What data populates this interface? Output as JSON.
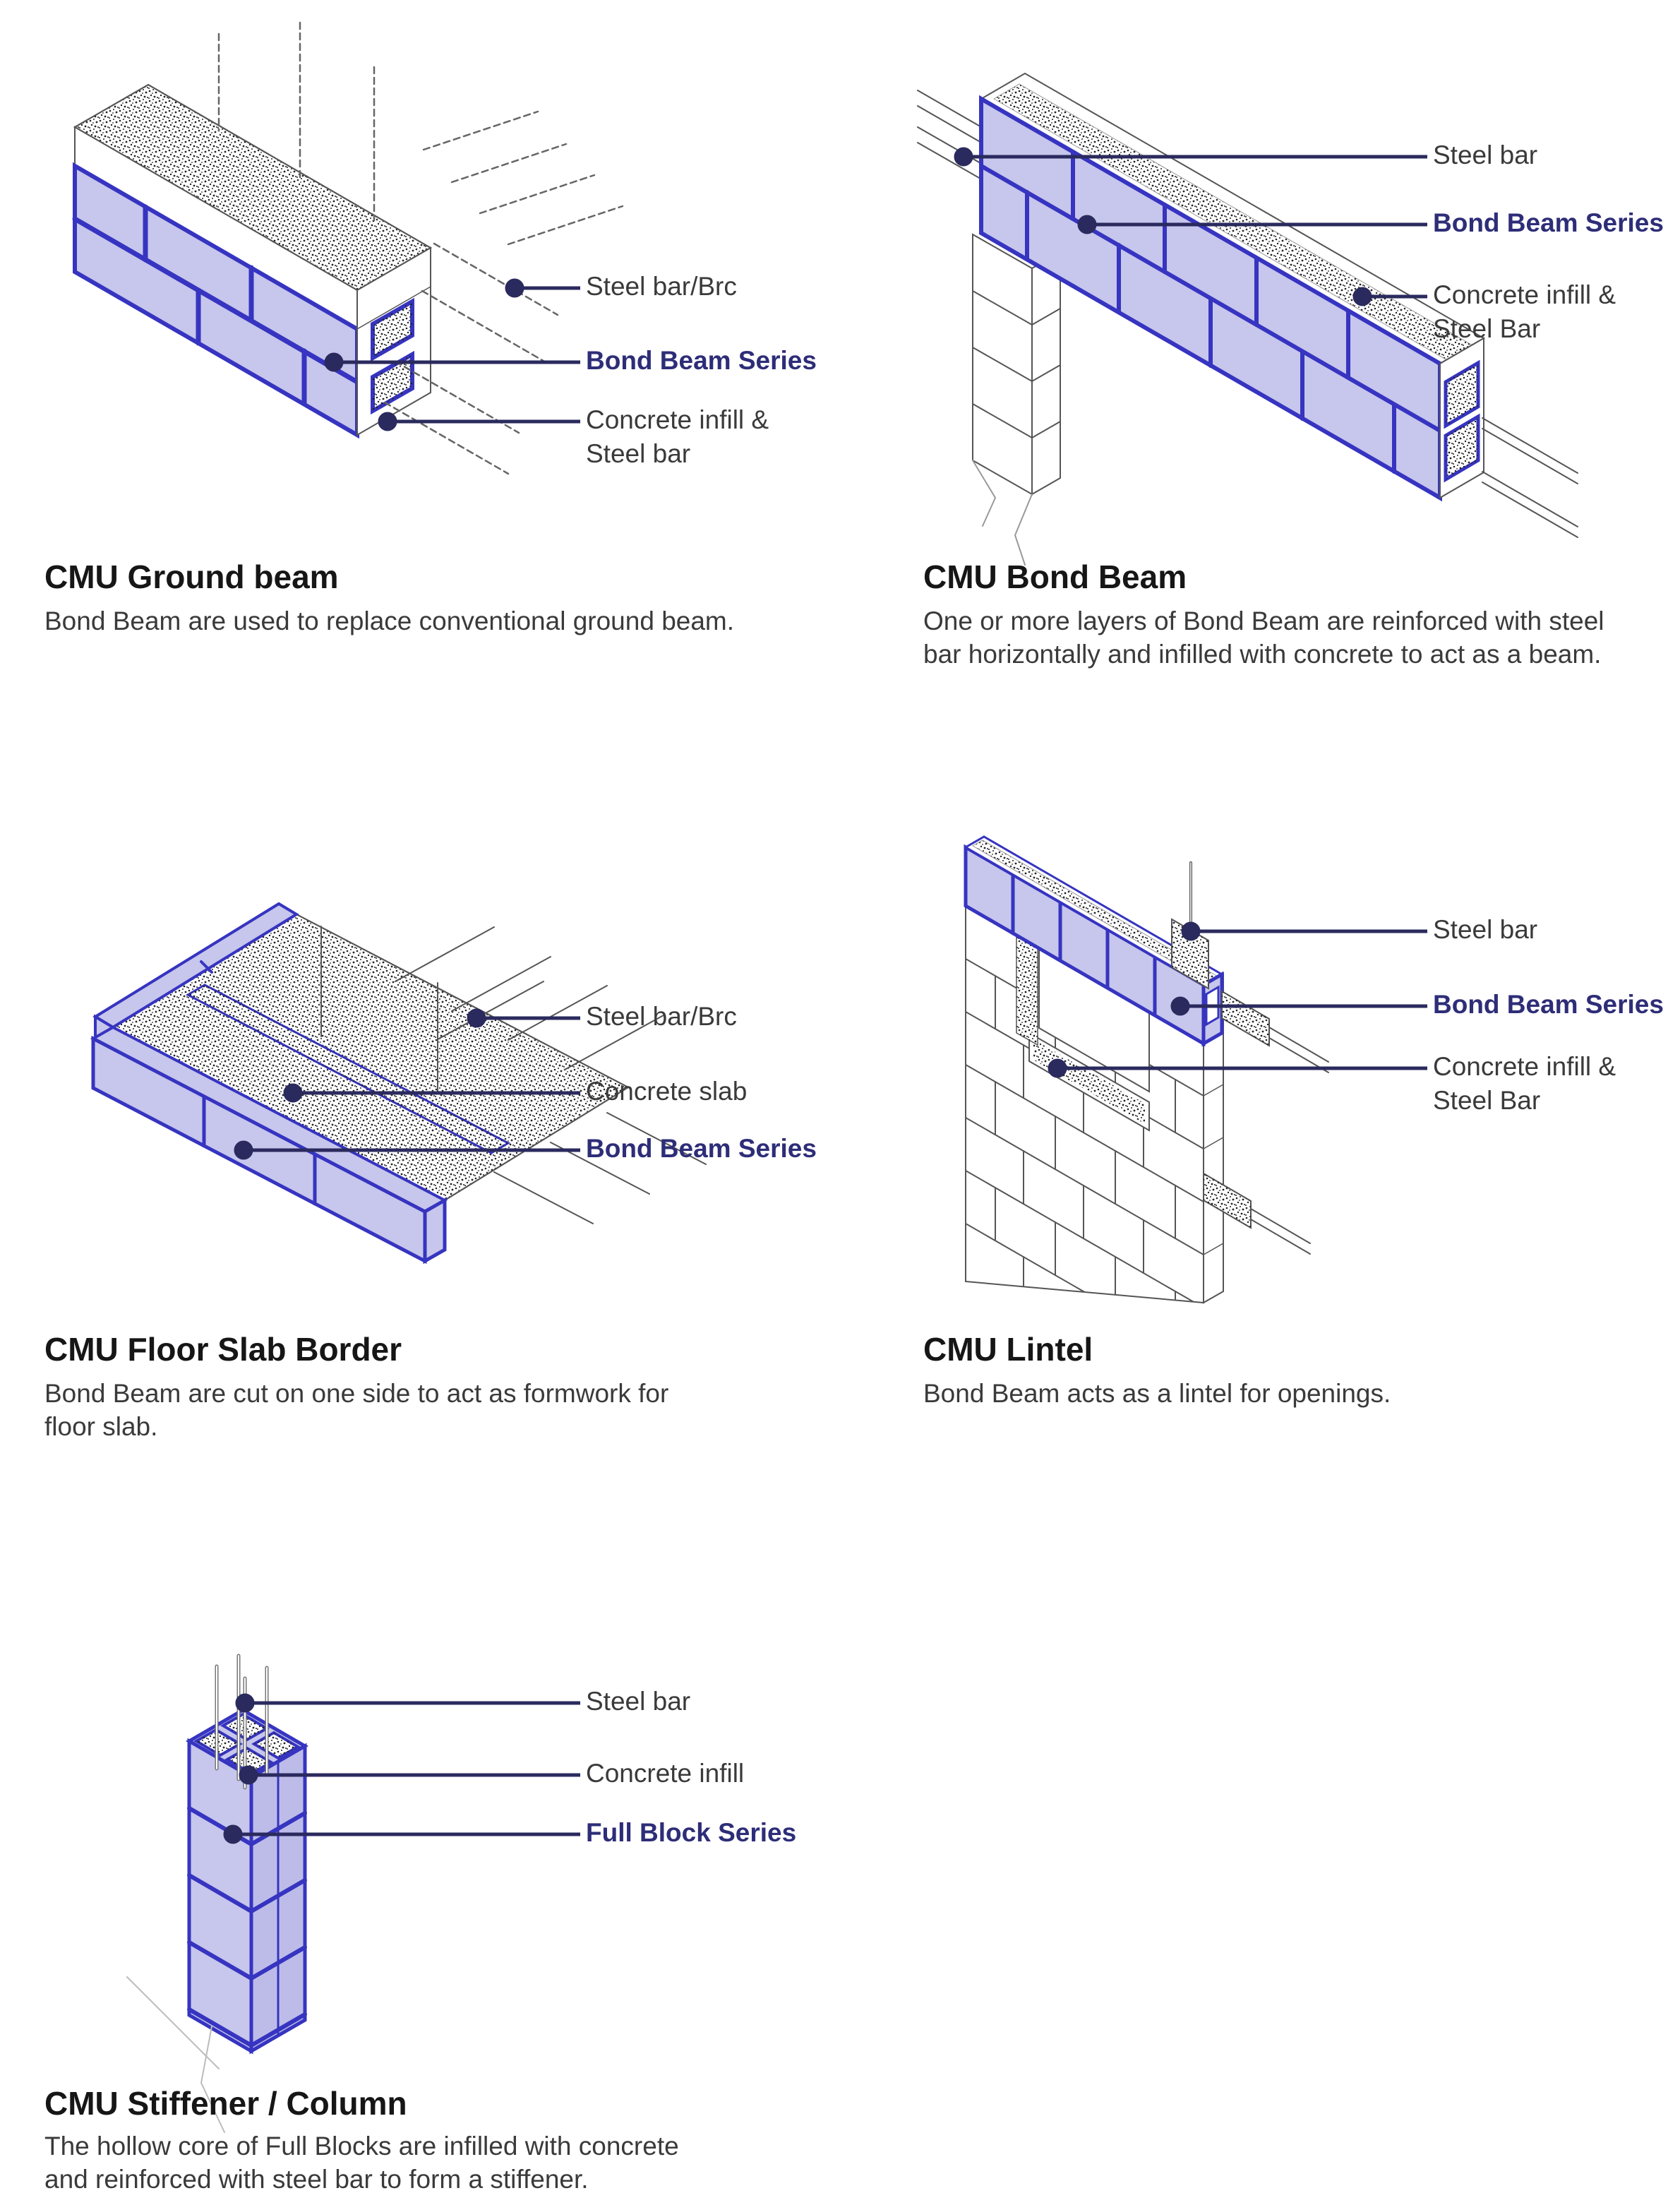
{
  "page": {
    "background": "#ffffff"
  },
  "colors": {
    "block_fill": "#c7c6ec",
    "block_fill_shade": "#bdbce8",
    "block_outline": "#3634c0",
    "leader_navy": "#2b2a5e",
    "series_label_navy": "#2e2d78",
    "label_gray": "#3a3a3a",
    "line_gray": "#555555"
  },
  "sections": [
    {
      "title": "CMU Ground beam",
      "description": "Bond Beam are used to replace conventional ground beam.",
      "labels": [
        {
          "text": "Steel bar/Brc",
          "emphasis": false
        },
        {
          "text": "Bond Beam Series",
          "emphasis": true
        },
        {
          "text": "Concrete infill &\nSteel bar",
          "emphasis": false
        }
      ]
    },
    {
      "title": "CMU Bond Beam",
      "description": "One or more layers of Bond Beam are reinforced with steel bar horizontally and infilled with concrete to act as a beam.",
      "labels": [
        {
          "text": "Steel bar",
          "emphasis": false
        },
        {
          "text": "Bond Beam Series",
          "emphasis": true
        },
        {
          "text": "Concrete infill &\nSteel Bar",
          "emphasis": false
        }
      ]
    },
    {
      "title": "CMU Floor Slab Border",
      "description": "Bond Beam are cut on one side to act as formwork for floor slab.",
      "labels": [
        {
          "text": "Steel bar/Brc",
          "emphasis": false
        },
        {
          "text": "Concrete slab",
          "emphasis": false
        },
        {
          "text": "Bond Beam Series",
          "emphasis": true
        }
      ]
    },
    {
      "title": "CMU Lintel",
      "description": "Bond Beam acts as a lintel for openings.",
      "labels": [
        {
          "text": "Steel bar",
          "emphasis": false
        },
        {
          "text": "Bond Beam Series",
          "emphasis": true
        },
        {
          "text": "Concrete infill &\nSteel Bar",
          "emphasis": false
        }
      ]
    },
    {
      "title": "CMU Stiffener / Column",
      "description": "The hollow core of Full Blocks are infilled with concrete and reinforced with steel bar to form a stiffener.",
      "labels": [
        {
          "text": "Steel bar",
          "emphasis": false
        },
        {
          "text": "Concrete infill",
          "emphasis": false
        },
        {
          "text": "Full Block Series",
          "emphasis": true
        }
      ]
    }
  ]
}
